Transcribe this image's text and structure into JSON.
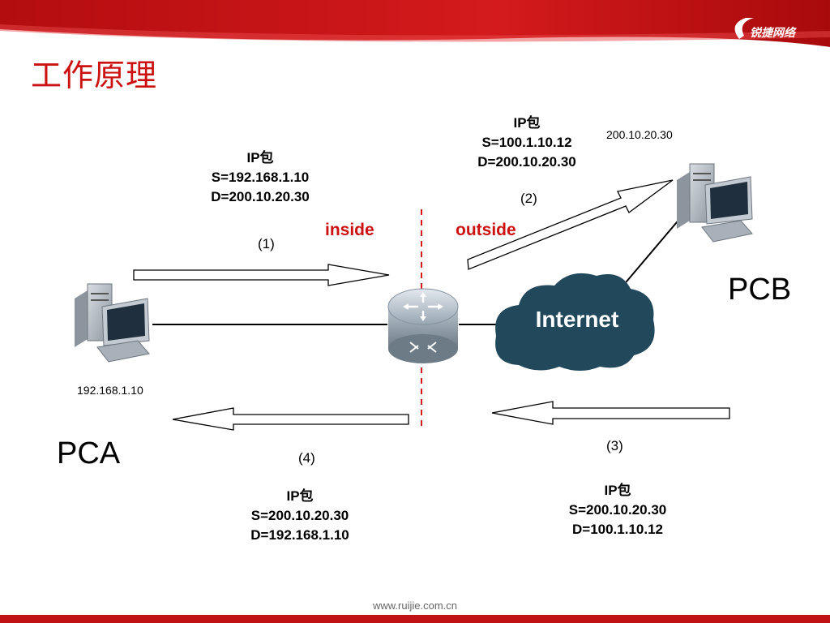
{
  "slide": {
    "title": "工作原理",
    "logo_text": "锐捷网络",
    "footer_url": "www.ruijie.com.cn",
    "brand_color": "#cc1111"
  },
  "hosts": {
    "pca": {
      "name": "PCA",
      "ip": "192.168.1.10"
    },
    "pcb": {
      "name": "PCB",
      "ip": "200.10.20.30"
    }
  },
  "cloud": {
    "label": "Internet"
  },
  "zones": {
    "inside": "inside",
    "outside": "outside"
  },
  "packets": [
    {
      "step": "(1)",
      "title": "IP包",
      "src": "S=192.168.1.10",
      "dst": "D=200.10.20.30"
    },
    {
      "step": "(2)",
      "title": "IP包",
      "src": "S=100.1.10.12",
      "dst": "D=200.10.20.30"
    },
    {
      "step": "(3)",
      "title": "IP包",
      "src": "S=200.10.20.30",
      "dst": "D=100.1.10.12"
    },
    {
      "step": "(4)",
      "title": "IP包",
      "src": "S=200.10.20.30",
      "dst": "D=192.168.1.10"
    }
  ]
}
